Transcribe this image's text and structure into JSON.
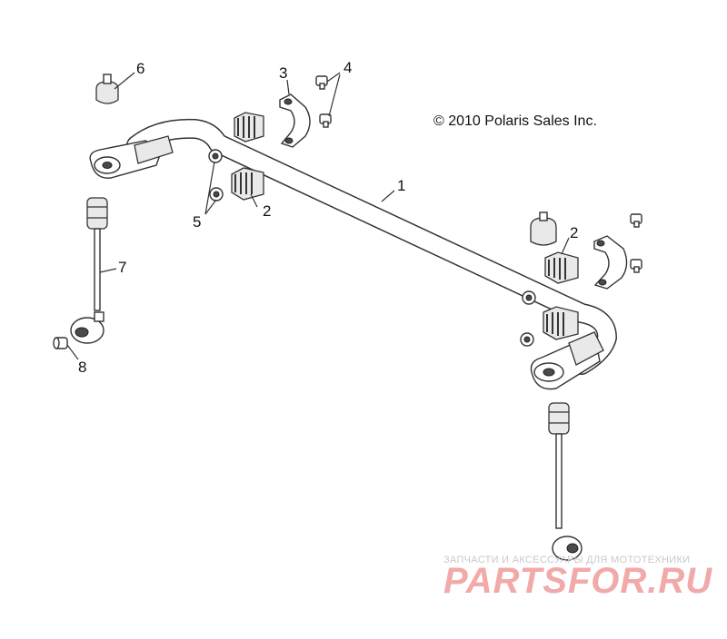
{
  "copyright": "© 2010 Polaris Sales Inc.",
  "callouts": [
    {
      "id": "c1",
      "text": "1"
    },
    {
      "id": "c2a",
      "text": "2"
    },
    {
      "id": "c2b",
      "text": "2"
    },
    {
      "id": "c3",
      "text": "3"
    },
    {
      "id": "c4",
      "text": "4"
    },
    {
      "id": "c5",
      "text": "5"
    },
    {
      "id": "c6",
      "text": "6"
    },
    {
      "id": "c7",
      "text": "7"
    },
    {
      "id": "c8",
      "text": "8"
    }
  ],
  "watermark": {
    "tagline": "ЗАПЧАСТИ И АКСЕССУАРЫ ДЛЯ МОТОТЕХНИКИ",
    "logo": "PARTSFOR.RU"
  }
}
